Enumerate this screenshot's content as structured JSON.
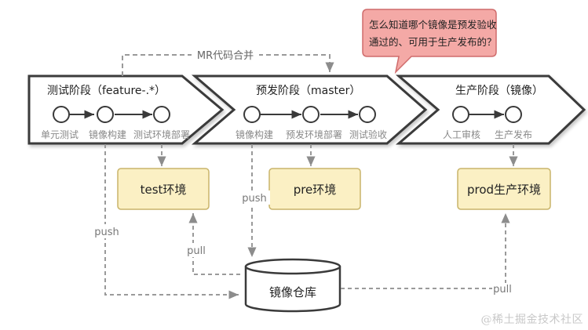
{
  "stages": [
    {
      "title": "测试阶段（feature-.*）",
      "steps": [
        "单元测试",
        "镜像构建",
        "测试环境部署"
      ]
    },
    {
      "title": "预发阶段（master）",
      "steps": [
        "镜像构建",
        "预发环境部署",
        "测试验收"
      ]
    },
    {
      "title": "生产阶段（镜像）",
      "steps": [
        "人工审核",
        "生产发布"
      ]
    }
  ],
  "environments": {
    "test": "test环境",
    "pre": "pre环境",
    "prod": "prod生产环境"
  },
  "registry": "镜像仓库",
  "edge_labels": {
    "merge": "MR代码合并",
    "push_pre": "push",
    "push_test": "push",
    "pull_test": "pull",
    "pull_prod": "pull"
  },
  "question": {
    "line1": "怎么知道哪个镜像是预发验收",
    "line2": "通过的、可用于生产发布的？"
  },
  "watermark": "@稀土掘金技术社区",
  "colors": {
    "stroke": "#3a3a3a",
    "dashed": "#8c8c8c",
    "env_fill": "#fbf0c4",
    "env_stroke": "#c9b46a",
    "callout_fill": "#f4a9a6",
    "callout_stroke": "#cf6b6b"
  }
}
